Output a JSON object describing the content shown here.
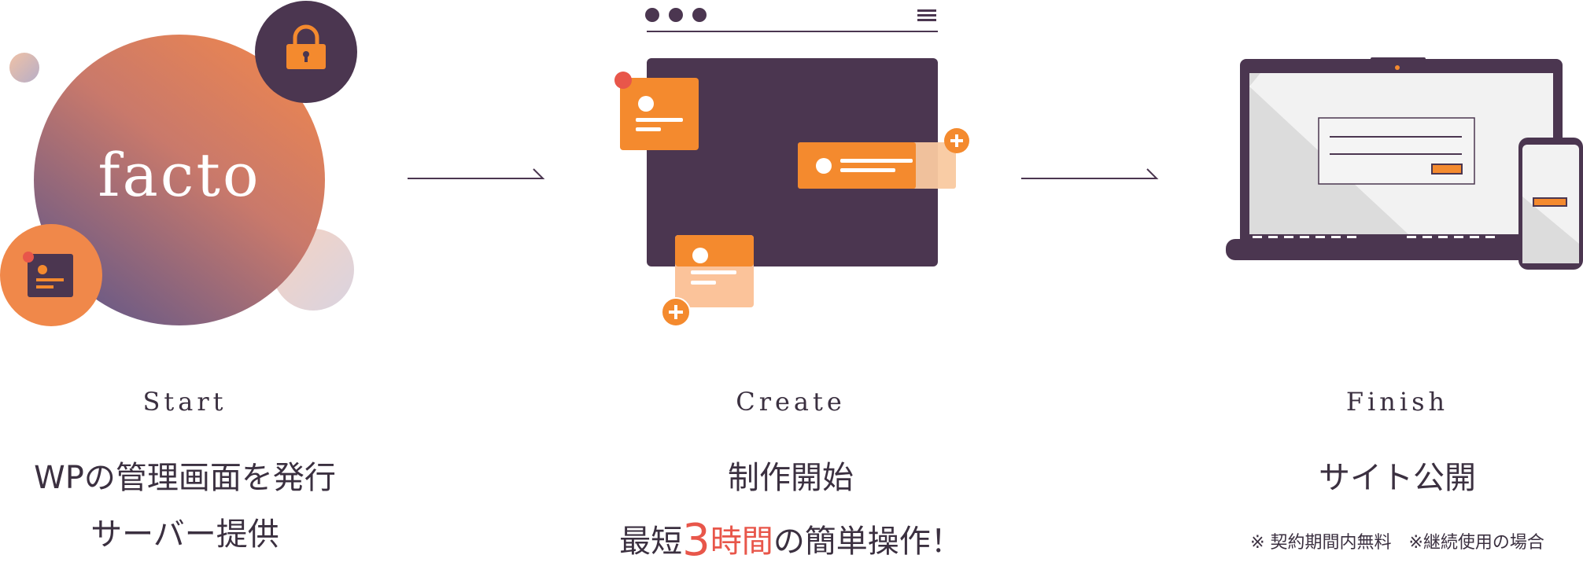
{
  "brand": {
    "logo_text": "facto"
  },
  "colors": {
    "orange": "#f48a2e",
    "dark": "#4b3650",
    "red": "#e8564a",
    "text": "#3b3040"
  },
  "steps": [
    {
      "label": "Start",
      "line1": "WPの管理画面を発行",
      "line2": "サーバー提供"
    },
    {
      "label": "Create",
      "line1": "制作開始",
      "line2_prefix": "最短",
      "line2_number": "3",
      "line2_unit": "時間",
      "line2_suffix": "の簡単操作！"
    },
    {
      "label": "Finish",
      "line1": "サイト公開",
      "note": "※ 契約期間内無料　※継続使用の場合"
    }
  ]
}
